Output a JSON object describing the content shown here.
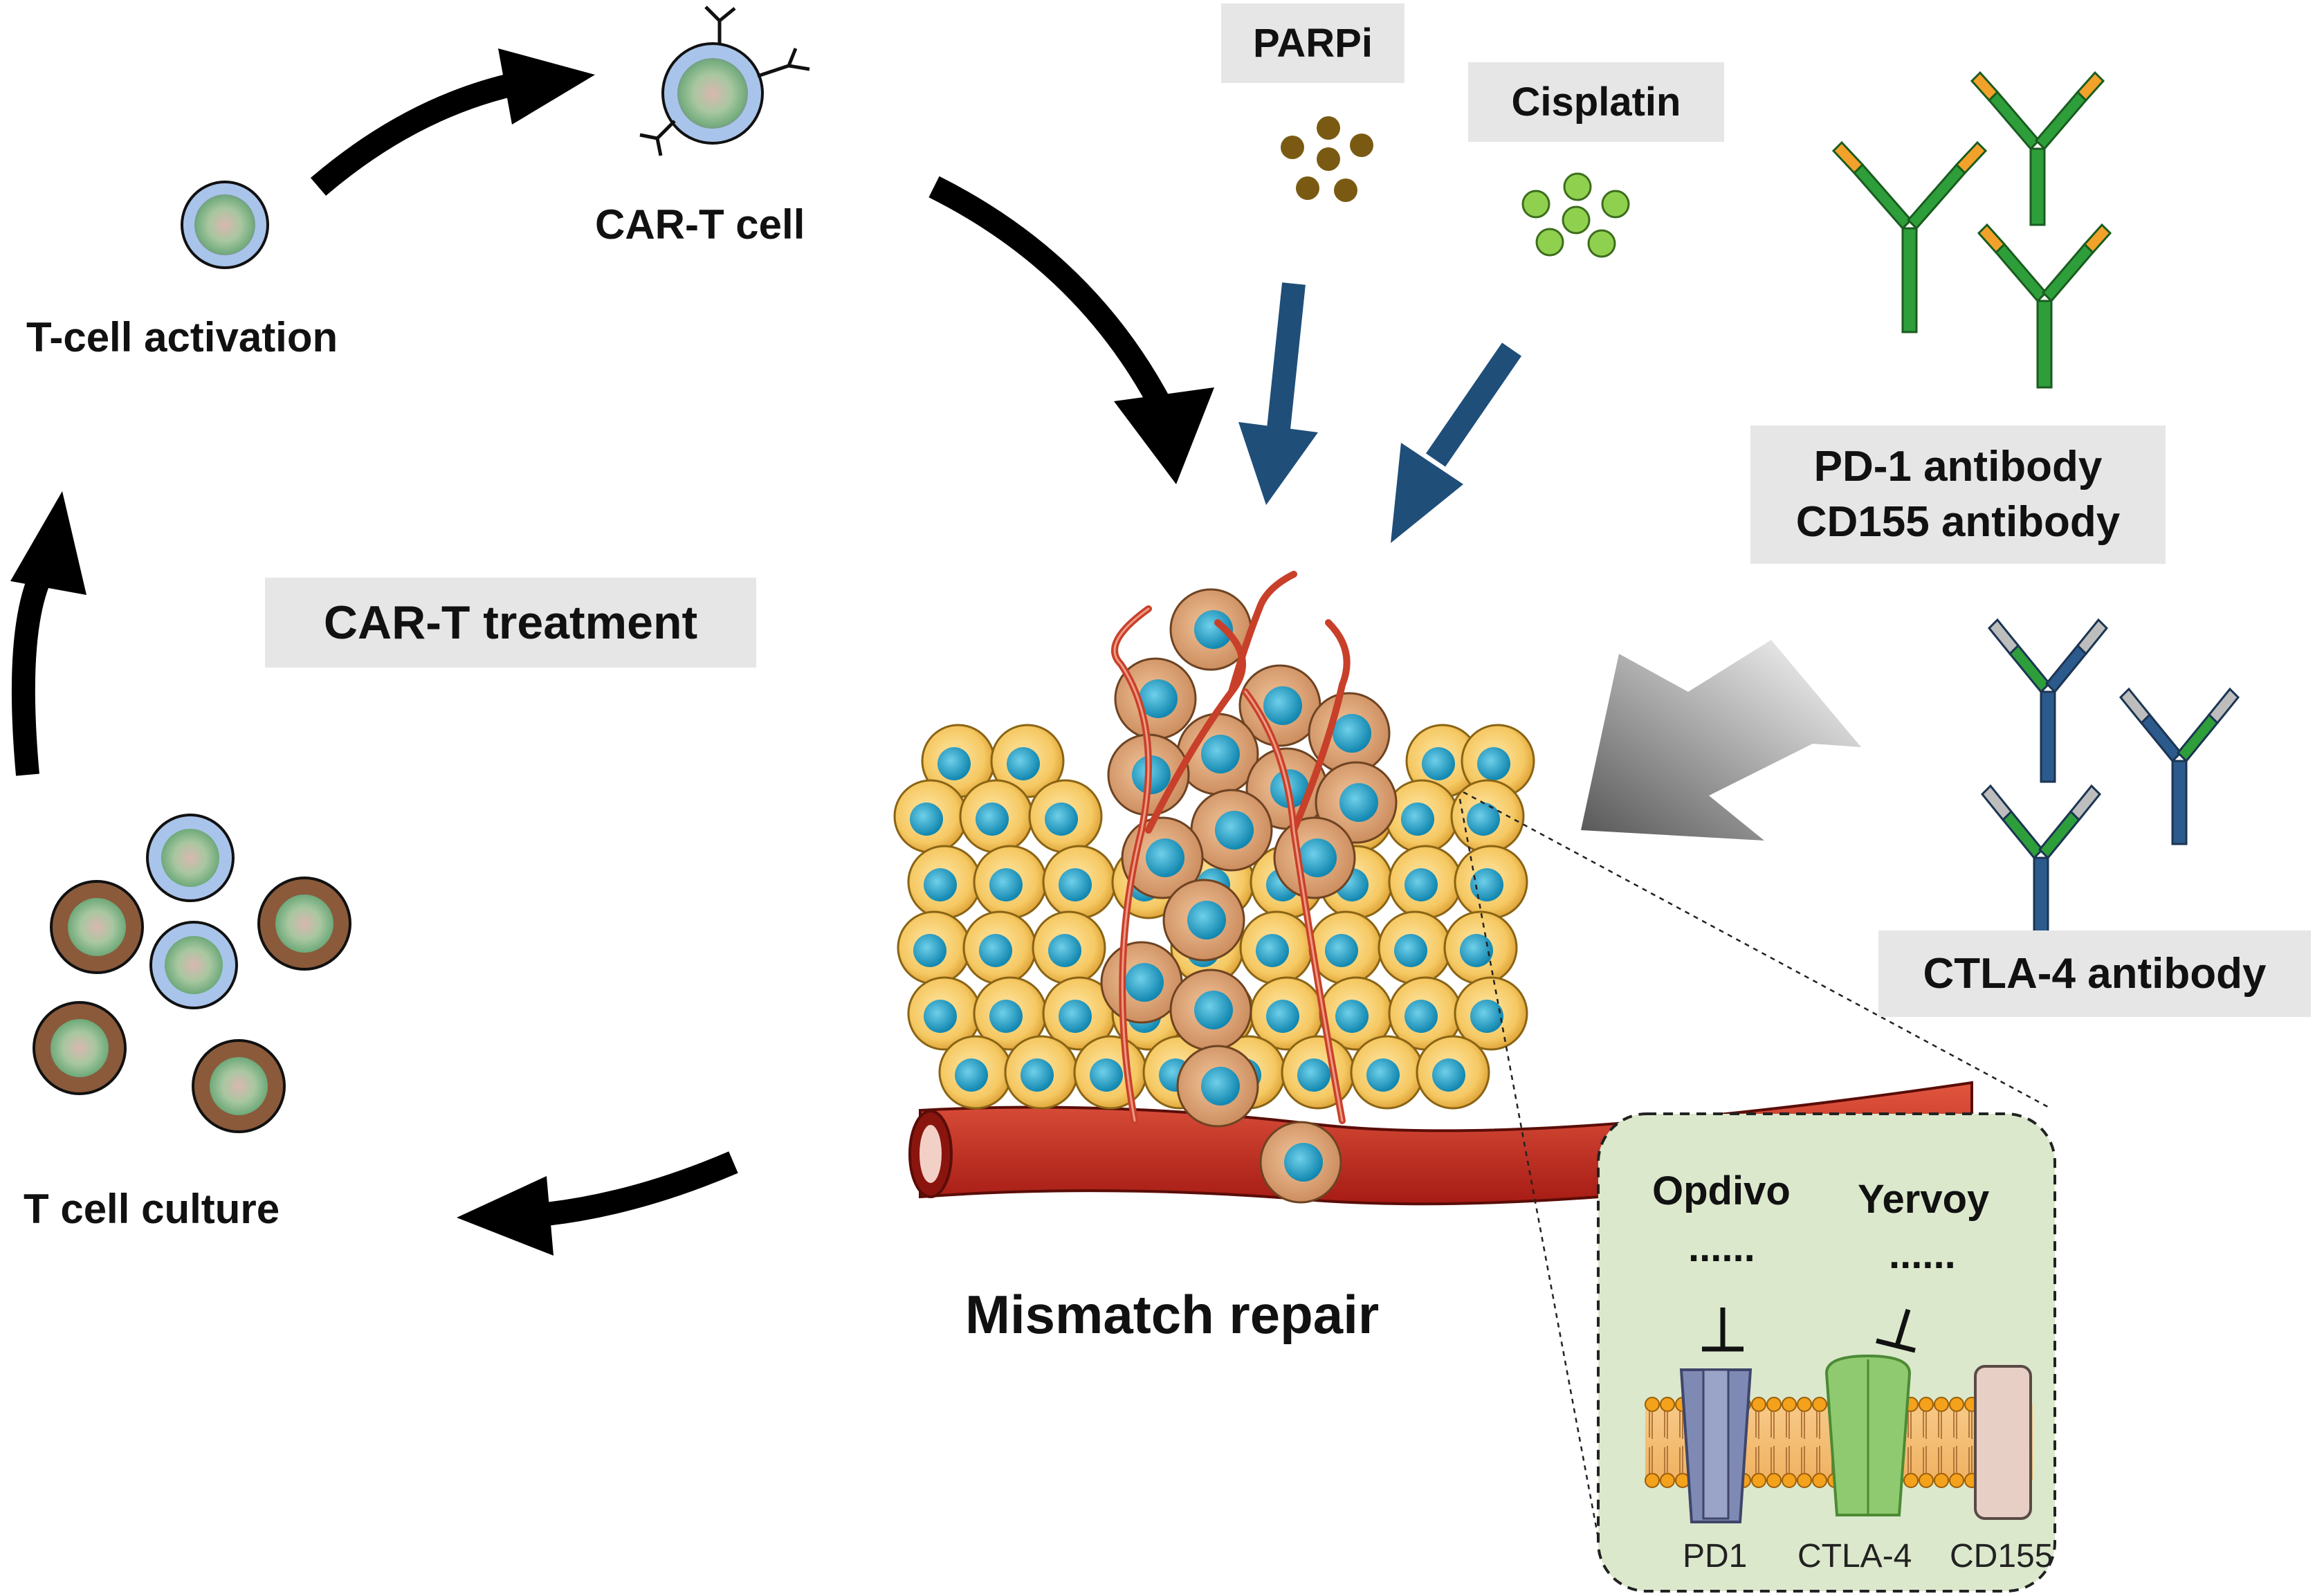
{
  "labels": {
    "t_cell_activation": "T-cell activation",
    "car_t_cell": "CAR-T cell",
    "car_t_treatment": "CAR-T treatment",
    "t_cell_culture": "T cell culture",
    "mismatch_repair": "Mismatch repair"
  },
  "drugs": {
    "parpi": "PARPi",
    "cisplatin": "Cisplatin",
    "pd1_cd155_antibody_line1": "PD-1 antibody",
    "pd1_cd155_antibody_line2": "CD155 antibody",
    "ctla4_antibody": "CTLA-4 antibody"
  },
  "inset": {
    "opdivo": "Opdivo",
    "opdivo_dots": "......",
    "yervoy": "Yervoy",
    "yervoy_dots": "......",
    "pd1": "PD1",
    "ctla4": "CTLA-4",
    "cd155": "CD155"
  },
  "colors": {
    "arrow_black": "#000000",
    "arrow_blue": "#1f4e79",
    "t_cell_blue": "#a9c4ea",
    "culture_brown": "#8a5a3b",
    "parpi_dot": "#7a5a12",
    "cisplatin_dot": "#8fd14f",
    "antibody_green": "#2e9e3a",
    "antibody_orange": "#f2a22a",
    "antibody_blue": "#2c5a8c",
    "tumor_yellow": "#f5c862",
    "nucleus_cyan": "#1fa4c8",
    "vessel_red": "#c8281e",
    "inset_bg": "#dbe8cc",
    "label_box": "#e6e6e6"
  }
}
